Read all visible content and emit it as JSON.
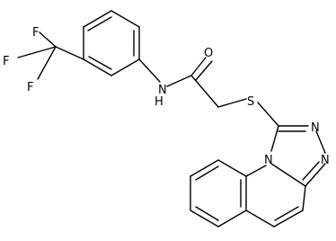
{
  "molecule": {
    "atoms": {
      "F1": "F",
      "F2": "F",
      "F3": "F",
      "O": "O",
      "NH": "N",
      "H": "H",
      "S": "S",
      "N_ring": "N",
      "N_tr1": "N",
      "N_tr2": "N"
    }
  }
}
